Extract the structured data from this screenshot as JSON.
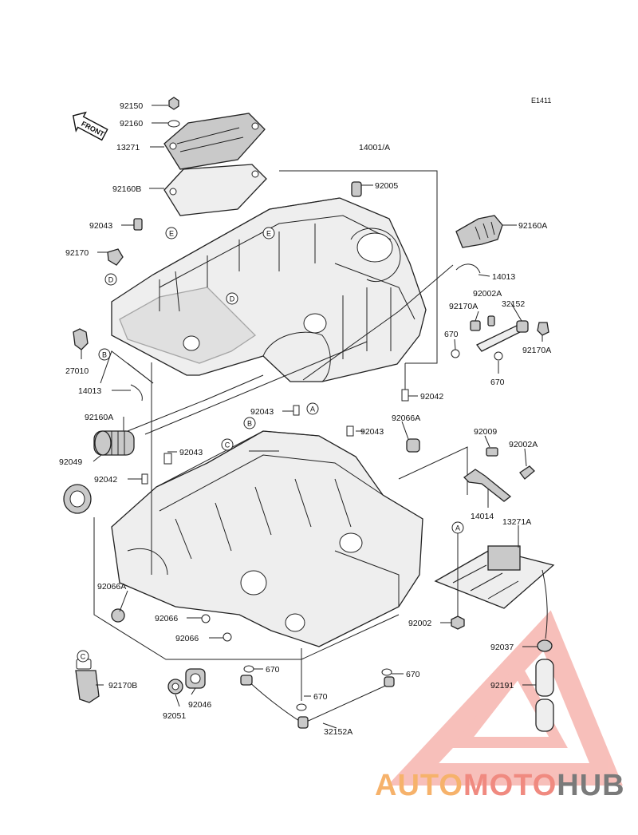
{
  "diagram": {
    "code": "E1411",
    "front_label": "FRONT",
    "parts": [
      {
        "id": "p92150",
        "text": "92150"
      },
      {
        "id": "p92160",
        "text": "92160"
      },
      {
        "id": "p13271",
        "text": "13271"
      },
      {
        "id": "p92160B",
        "text": "92160B"
      },
      {
        "id": "p92043_a",
        "text": "92043"
      },
      {
        "id": "p92170",
        "text": "92170"
      },
      {
        "id": "p27010",
        "text": "27010"
      },
      {
        "id": "p14013_a",
        "text": "14013"
      },
      {
        "id": "p92160A_l",
        "text": "92160A"
      },
      {
        "id": "p92049",
        "text": "92049"
      },
      {
        "id": "p92042_l",
        "text": "92042"
      },
      {
        "id": "p92043_b",
        "text": "92043"
      },
      {
        "id": "p92043_c",
        "text": "92043"
      },
      {
        "id": "p92043_d",
        "text": "92043"
      },
      {
        "id": "p92066A_l",
        "text": "92066A"
      },
      {
        "id": "p92066_a",
        "text": "92066"
      },
      {
        "id": "p92066_b",
        "text": "92066"
      },
      {
        "id": "p92170B",
        "text": "92170B"
      },
      {
        "id": "p92046",
        "text": "92046"
      },
      {
        "id": "p92051",
        "text": "92051"
      },
      {
        "id": "p670_a",
        "text": "670"
      },
      {
        "id": "p670_b",
        "text": "670"
      },
      {
        "id": "p670_c",
        "text": "670"
      },
      {
        "id": "p32152A",
        "text": "32152A"
      },
      {
        "id": "p14001A",
        "text": "14001/A"
      },
      {
        "id": "p92005",
        "text": "92005"
      },
      {
        "id": "p92160A_r",
        "text": "92160A"
      },
      {
        "id": "p14013_b",
        "text": "14013"
      },
      {
        "id": "p92002A_a",
        "text": "92002A"
      },
      {
        "id": "p92170A_a",
        "text": "92170A"
      },
      {
        "id": "p32152",
        "text": "32152"
      },
      {
        "id": "p670_d",
        "text": "670"
      },
      {
        "id": "p92170A_b",
        "text": "92170A"
      },
      {
        "id": "p670_e",
        "text": "670"
      },
      {
        "id": "p92042_r",
        "text": "92042"
      },
      {
        "id": "p92066A_r",
        "text": "92066A"
      },
      {
        "id": "p92009",
        "text": "92009"
      },
      {
        "id": "p92002A_b",
        "text": "92002A"
      },
      {
        "id": "p14014",
        "text": "14014"
      },
      {
        "id": "p13271A",
        "text": "13271A"
      },
      {
        "id": "p92002",
        "text": "92002"
      },
      {
        "id": "p92037",
        "text": "92037"
      },
      {
        "id": "p92191",
        "text": "92191"
      }
    ],
    "markers": [
      {
        "id": "mE1",
        "text": "E"
      },
      {
        "id": "mE2",
        "text": "E"
      },
      {
        "id": "mD1",
        "text": "D"
      },
      {
        "id": "mD2",
        "text": "D"
      },
      {
        "id": "mB1",
        "text": "B"
      },
      {
        "id": "mB2",
        "text": "B"
      },
      {
        "id": "mA1",
        "text": "A"
      },
      {
        "id": "mA2",
        "text": "A"
      },
      {
        "id": "mC1",
        "text": "C"
      },
      {
        "id": "mC2",
        "text": "C"
      }
    ]
  },
  "watermark": {
    "part1": "AUTO",
    "part2": "MOTO",
    "part3": "HUB",
    "color1": "#f6b26b",
    "color2": "#f08a80",
    "color3": "#7a7a7a",
    "triangle_color": "#f28b82"
  }
}
